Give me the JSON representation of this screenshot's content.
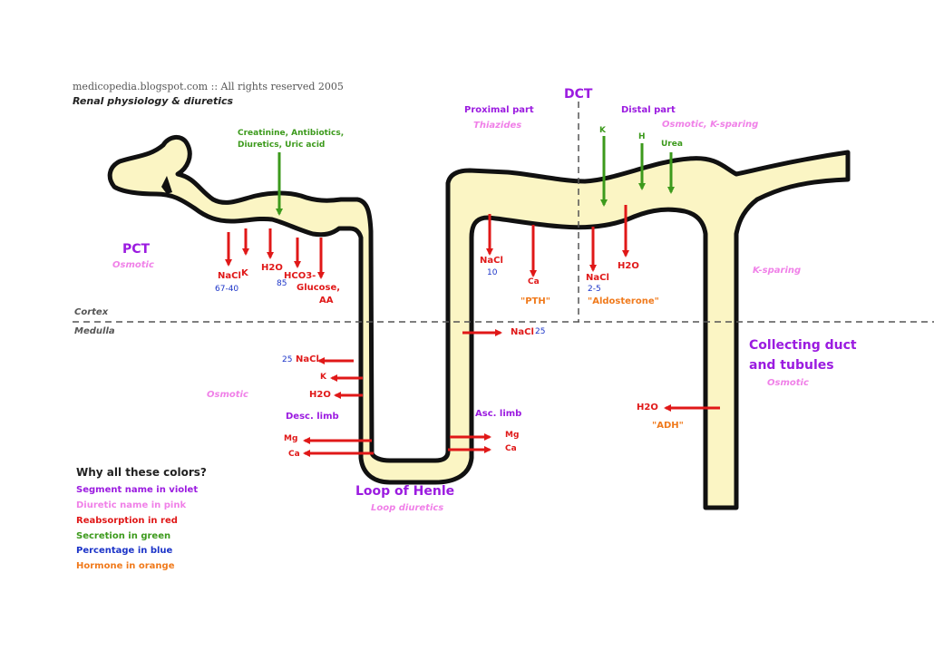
{
  "colors": {
    "tubule_fill": "#fbf5c4",
    "tubule_outline": "#111111",
    "segment_violet": "#9b1be0",
    "diuretic_pink": "#f080e8",
    "reabsorption_red": "#e01818",
    "secretion_green": "#3c9a1c",
    "percentage_blue": "#1c34c8",
    "hormone_orange": "#f07a1c"
  },
  "header": {
    "source": "medicopedia.blogspot.com  ::  All rights reserved 2005",
    "title": "Renal physiology & diuretics"
  },
  "zones": {
    "cortex": "Cortex",
    "medulla": "Medulla"
  },
  "pct": {
    "name": "PCT",
    "diuretic": "Osmotic",
    "secretion_line1": "Creatinine, Antibiotics,",
    "secretion_line2": "Diuretics, Uric acid",
    "nacl": "NaCl",
    "nacl_pct": "67-40",
    "k": "K",
    "h2o": "H2O",
    "hco3": "HCO3-",
    "hco3_pct": "85",
    "glucose": "Glucose,",
    "aa": "AA"
  },
  "dct": {
    "name": "DCT",
    "proximal": "Proximal part",
    "proximal_diuretic": "Thiazides",
    "distal": "Distal part",
    "distal_diuretic": "Osmotic, K-sparing",
    "k": "K",
    "h": "H",
    "urea": "Urea",
    "nacl_prox": "NaCl",
    "nacl_prox_pct": "10",
    "ca": "Ca",
    "pth": "\"PTH\"",
    "nacl_dist": "NaCl",
    "nacl_dist_pct": "2-5",
    "h2o": "H2O",
    "aldosterone": "\"Aldosterone\""
  },
  "loop": {
    "name": "Loop of Henle",
    "diuretic": "Loop diuretics",
    "desc_limb": "Desc. limb",
    "asc_limb": "Asc. limb",
    "desc_nacl_pct": "25",
    "desc_nacl": "NaCl",
    "desc_k": "K",
    "desc_h2o": "H2O",
    "desc_osmotic": "Osmotic",
    "desc_mg": "Mg",
    "desc_ca": "Ca",
    "asc_nacl": "NaCl",
    "asc_nacl_pct": "25",
    "asc_mg": "Mg",
    "asc_ca": "Ca"
  },
  "collecting": {
    "name_line1": "Collecting duct",
    "name_line2": "and tubules",
    "diuretic": "Osmotic",
    "ksparing": "K-sparing",
    "h2o": "H2O",
    "adh": "\"ADH\""
  },
  "legend": {
    "title": "Why all these colors?",
    "items": [
      "Segment name in violet",
      "Diuretic name in pink",
      "Reabsorption in red",
      "Secretion in green",
      "Percentage in blue",
      "Hormone in orange"
    ]
  }
}
